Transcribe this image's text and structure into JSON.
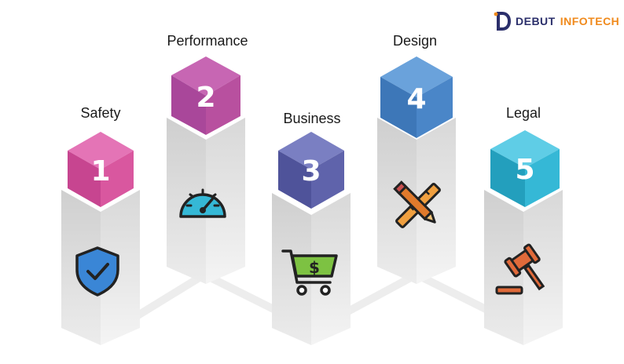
{
  "brand": {
    "name_part1": "DEBUT",
    "name_part2": "INFOTECH"
  },
  "pillars": [
    {
      "number": "1",
      "label": "Safety",
      "icon": "shield-check-icon",
      "color": "#d9579f"
    },
    {
      "number": "2",
      "label": "Performance",
      "icon": "speedometer-icon",
      "color": "#b8509f"
    },
    {
      "number": "3",
      "label": "Business",
      "icon": "shopping-cart-dollar-icon",
      "color": "#5f63ab"
    },
    {
      "number": "4",
      "label": "Design",
      "icon": "pencil-ruler-icon",
      "color": "#4a86c8"
    },
    {
      "number": "5",
      "label": "Legal",
      "icon": "gavel-icon",
      "color": "#35b8d6"
    }
  ]
}
